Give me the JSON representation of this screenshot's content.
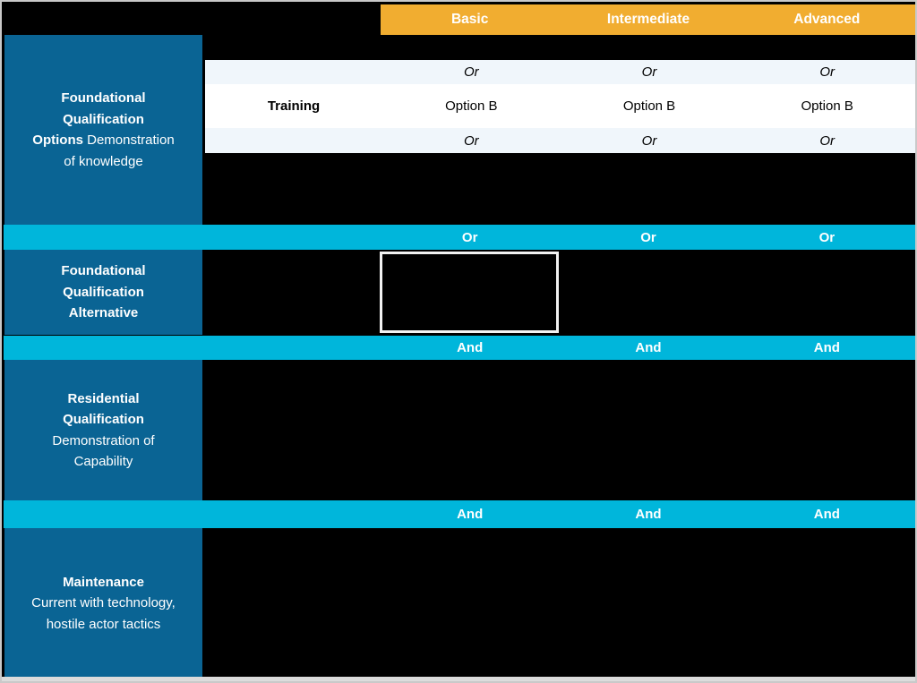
{
  "colors": {
    "orange": "#F1AD30",
    "cyan": "#00B6DB",
    "dark_blue": "#0A6494",
    "pale_blue": "#F0F6FB",
    "black": "#000000"
  },
  "header": {
    "cells": [
      "Basic",
      "Intermediate",
      "Advanced"
    ]
  },
  "rows": {
    "or_top": [
      "Or",
      "Or",
      "Or"
    ],
    "training": {
      "label": "Training",
      "cells": [
        "Option B",
        "Option B",
        "Option B"
      ]
    },
    "or_bottom": [
      "Or",
      "Or",
      "Or"
    ]
  },
  "connectors": {
    "or": [
      "Or",
      "Or",
      "Or"
    ],
    "and1": [
      "And",
      "And",
      "And"
    ],
    "and2": [
      "And",
      "And",
      "And"
    ]
  },
  "sidebar": {
    "cells": [
      {
        "lines": [
          {
            "bold": "Foundational"
          },
          {
            "bold": "Qualification"
          },
          {
            "bold": "Options",
            "regular": " Demonstration"
          },
          {
            "regular": "of knowledge"
          }
        ]
      },
      {
        "lines": [
          {
            "bold": "Foundational"
          },
          {
            "bold": "Qualification"
          },
          {
            "bold": "Alternative"
          }
        ]
      },
      {
        "lines": [
          {
            "bold": "Residential"
          },
          {
            "bold": "Qualification"
          },
          {
            "regular": "Demonstration of"
          },
          {
            "regular": "Capability"
          }
        ]
      },
      {
        "lines": [
          {
            "bold": "Maintenance"
          },
          {
            "regular": "Current with technology,"
          },
          {
            "regular": "hostile actor tactics"
          }
        ]
      }
    ]
  }
}
